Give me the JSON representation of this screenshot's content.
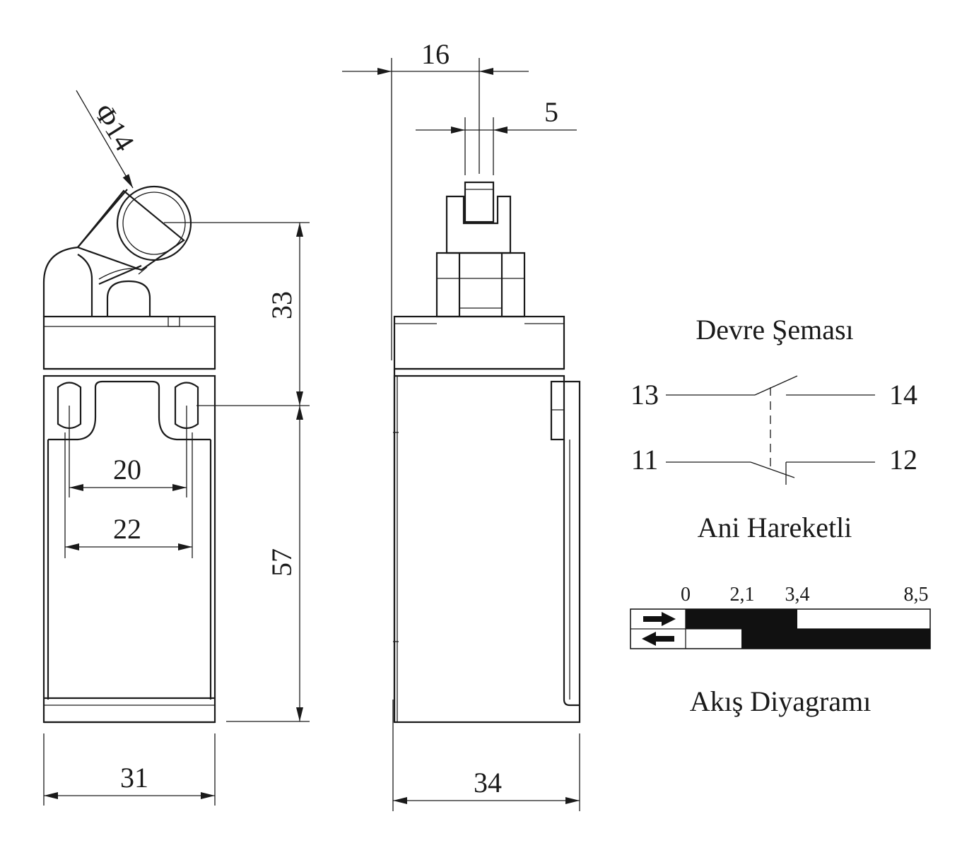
{
  "dimensions": {
    "roller_diameter": "Φ14",
    "top_width": "16",
    "plunger_width": "5",
    "actuator_height": "33",
    "body_height": "57",
    "hole_spacing_inner": "20",
    "hole_spacing_outer": "22",
    "front_width": "31",
    "side_depth": "34"
  },
  "circuit": {
    "title": "Devre Şeması",
    "terminals": {
      "t13": "13",
      "t14": "14",
      "t11": "11",
      "t12": "12"
    },
    "subtitle": "Ani Hareketli"
  },
  "flow_diagram": {
    "title": "Akış Diyagramı",
    "ticks": [
      "0",
      "2,1",
      "3,4",
      "8,5"
    ],
    "rows": [
      {
        "direction": "forward",
        "icon": "arrow-right-icon",
        "closed_from": "0",
        "closed_to": "3,4"
      },
      {
        "direction": "return",
        "icon": "arrow-left-icon",
        "closed_from": "2,1",
        "closed_to": "8,5"
      }
    ]
  }
}
